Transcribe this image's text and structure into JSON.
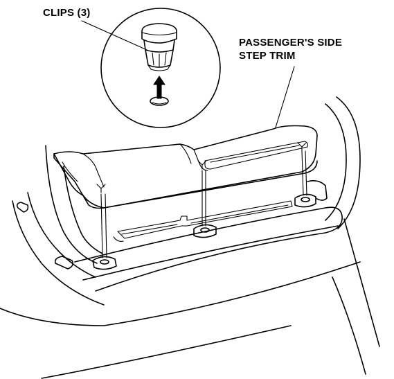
{
  "labels": {
    "clips": "CLIPS (3)",
    "trim_line1": "PASSENGER'S SIDE",
    "trim_line2": "STEP TRIM"
  },
  "colors": {
    "line": "#000000",
    "background": "#ffffff"
  },
  "icons": {
    "arrow": "up-arrow-icon"
  }
}
